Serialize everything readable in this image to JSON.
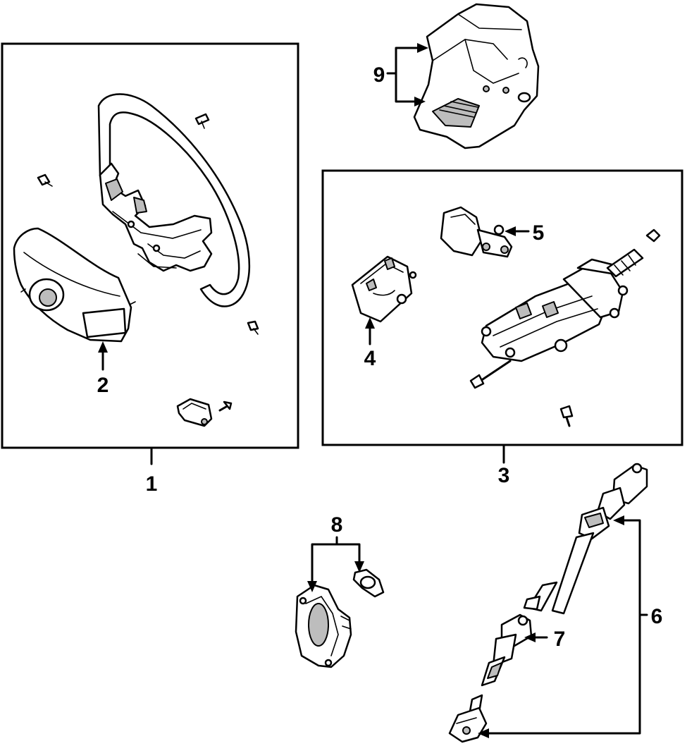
{
  "callouts": {
    "c1": "1",
    "c2": "2",
    "c3": "3",
    "c4": "4",
    "c5": "5",
    "c6": "6",
    "c7": "7",
    "c8": "8",
    "c9": "9"
  },
  "colors": {
    "line": "#000000",
    "background": "#ffffff",
    "shade": "#bdbdbd"
  }
}
